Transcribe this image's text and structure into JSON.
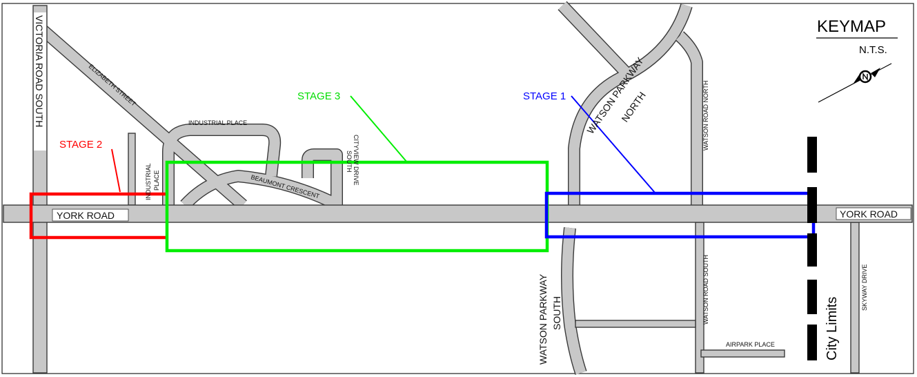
{
  "keymap": {
    "title": "KEYMAP",
    "scale": "N.T.S."
  },
  "roads": {
    "york_road_west": "YORK ROAD",
    "york_road_east": "YORK ROAD",
    "victoria_road_south": "VICTORIA ROAD SOUTH",
    "elizabeth_street": "ELIZABETH STREET",
    "industrial_place_top": "INDUSTRIAL PLACE",
    "industrial_place_side_1": "INDUSTRIAL",
    "industrial_place_side_2": "PLACE",
    "beaumont_crescent": "BEAUMONT CRESCENT",
    "cityview_drive_1": "CITYVIEW DRIVE",
    "cityview_drive_2": "SOUTH",
    "watson_parkway_north_1": "WATSON PARKWAY",
    "watson_parkway_north_2": "NORTH",
    "watson_parkway_south_1": "WATSON PARKWAY",
    "watson_parkway_south_2": "SOUTH",
    "watson_road_north": "WATSON ROAD NORTH",
    "watson_road_south": "WATSON ROAD SOUTH",
    "airpark_place": "AIRPARK PLACE",
    "skyway_drive": "SKYWAY DRIVE"
  },
  "stages": {
    "stage1": {
      "label": "STAGE 1",
      "color": "#0000ff"
    },
    "stage2": {
      "label": "STAGE 2",
      "color": "#ff0000"
    },
    "stage3": {
      "label": "STAGE 3",
      "color": "#00ff00"
    }
  },
  "city_limits": "City Limits"
}
